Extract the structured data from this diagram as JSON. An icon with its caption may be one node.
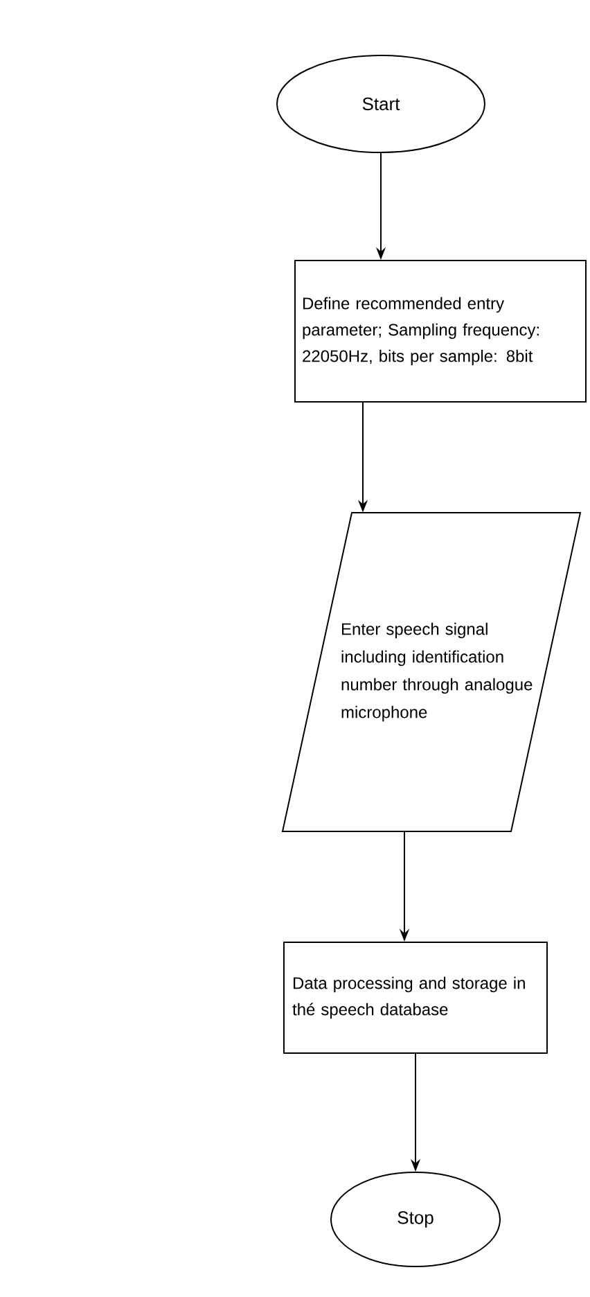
{
  "diagram": {
    "nodes": [
      {
        "text": [
          "Start"
        ]
      },
      {
        "text": [
          "Define recommended entry parameter; Sampling frequency: 22050Hz, bits per sample: 8bit"
        ]
      },
      {
        "text": [
          "Enter speech signal including identification number through analogue microphone"
        ]
      },
      {
        "text": [
          "Data processing and storage in thé speech database"
        ]
      },
      {
        "text": [
          "Stop"
        ]
      }
    ],
    "edges": [
      {
        "from": 0,
        "to": 1,
        "arrow": "to"
      },
      {
        "from": 1,
        "to": 2,
        "arrow": "to"
      },
      {
        "from": 2,
        "to": 3,
        "arrow": "to"
      },
      {
        "from": 3,
        "to": 4,
        "arrow": "to"
      }
    ]
  }
}
